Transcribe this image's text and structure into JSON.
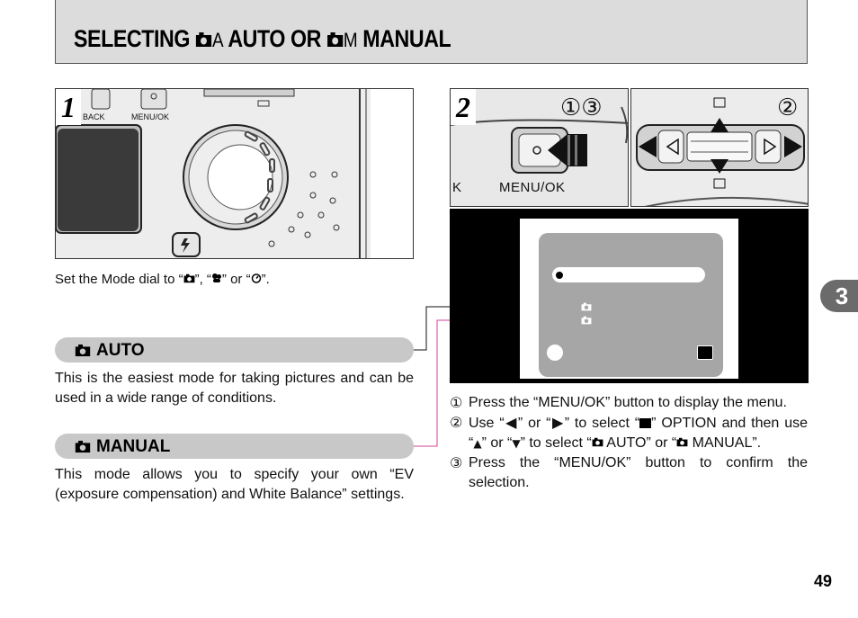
{
  "title": {
    "part1": "SELECTING",
    "mode_a": "A",
    "part2": "AUTO OR",
    "mode_m": "M",
    "part3": "MANUAL"
  },
  "step1": {
    "number": "1",
    "button_back": "BACK",
    "button_menu": "MENU/OK",
    "caption_pre": "Set the Mode dial to  “",
    "caption_mid1": "”, “",
    "caption_mid2": "” or “",
    "caption_end": "”."
  },
  "step2": {
    "number": "2",
    "marker_top": "①③",
    "marker_right": "②",
    "label_k": "K",
    "label_menu": "MENU/OK",
    "instructions": [
      {
        "num": "①",
        "text": "Press the “MENU/OK” button to display the menu."
      },
      {
        "num": "②",
        "pre": "Use “",
        "a1": "” or “",
        "a2": "” to select “",
        "a3": "” OPTION and then use “",
        "a4": "” or “",
        "a5": "” to select “",
        "a6": " AUTO” or “",
        "a7": " MANUAL”."
      },
      {
        "num": "③",
        "text": "Press the “MENU/OK” button to confirm the selection."
      }
    ]
  },
  "sections": {
    "auto": {
      "heading": "AUTO",
      "body": "This is the easiest mode for taking pictures and can be used in a wide range of conditions."
    },
    "manual": {
      "heading": "MANUAL",
      "body": "This mode allows you to specify your own “EV (exposure compensation) and White Balance” settings."
    }
  },
  "chapter_tab": "3",
  "page_number": "49",
  "colors": {
    "title_bg": "#dcdcdc",
    "section_bar": "#c8c8c8",
    "callout_auto": "#111111",
    "callout_manual": "#d4409a",
    "chapter_tab": "#6b6b6b"
  },
  "icons": [
    "camera-icon",
    "portrait-icon",
    "self-timer-icon",
    "left-arrow-icon",
    "right-arrow-icon",
    "up-arrow-icon",
    "down-arrow-icon",
    "set-icon",
    "flash-icon"
  ]
}
